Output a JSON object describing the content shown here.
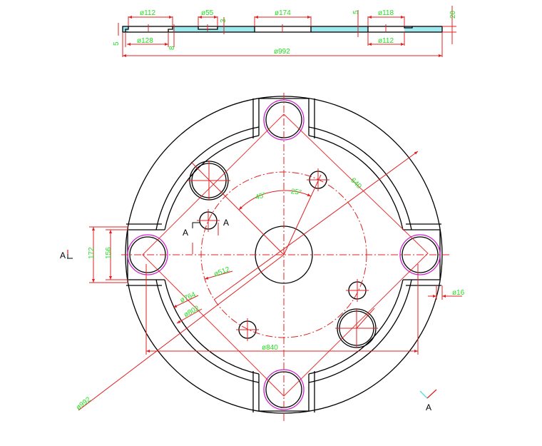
{
  "drawing": {
    "title": "Circular plate with four bolt-hole lugs — section and plan view",
    "colors": {
      "outline": "#000000",
      "dimension": "#e02020",
      "dimension_text": "#22e022",
      "bolt_ring": "#cc22cc",
      "section_hatch": "#9ee8ee",
      "section_arrow_a": "#55dddd",
      "section_arrow_b": "#e02020"
    },
    "section_view": {
      "dims": {
        "d112_left": "ø112",
        "d128": "ø128",
        "d55": "ø55",
        "d174": "ø174",
        "d118": "ø118",
        "d112_right": "ø112",
        "d992": "ø992",
        "h5_left": "5",
        "h8": "8",
        "h3": "3",
        "h5_right": "5",
        "h20": "20"
      }
    },
    "plan_view": {
      "dims": {
        "angle_45": "45°",
        "angle_25": "25°",
        "len_640": "640",
        "d512": "ø512",
        "d764": "ø764",
        "d802": "ø802",
        "d840": "ø840",
        "d992": "ø992",
        "d16": "ø16",
        "h172": "172",
        "h156": "156"
      },
      "section_marks": {
        "left": "A",
        "cut_left": "A",
        "cut_right": "A",
        "bottom_right": "A"
      }
    }
  }
}
